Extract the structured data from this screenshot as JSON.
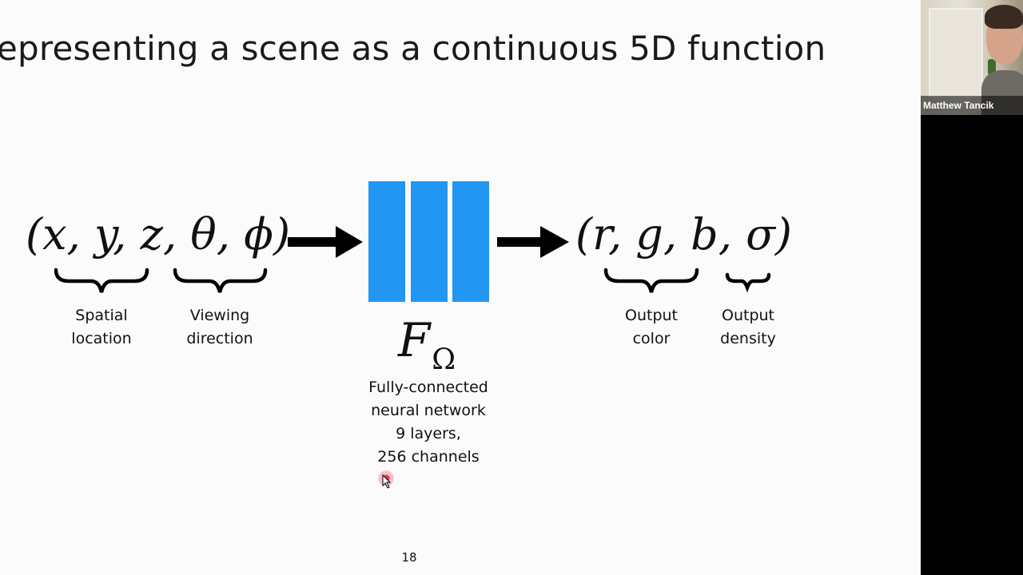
{
  "slide": {
    "title": "epresenting a scene as a continuous 5D function",
    "input_tuple": "(x, y, z, θ, ϕ)",
    "output_tuple": "(r, g, b, σ)",
    "network_symbol": "F",
    "network_subscript": "Ω",
    "labels": {
      "spatial_line1": "Spatial",
      "spatial_line2": "location",
      "viewing_line1": "Viewing",
      "viewing_line2": "direction",
      "color_line1": "Output",
      "color_line2": "color",
      "density_line1": "Output",
      "density_line2": "density"
    },
    "network_caption": [
      "Fully-connected",
      "neural network",
      "9 layers,",
      "256 channels"
    ],
    "page_number": "18",
    "colors": {
      "layer_blue": "#2196f3",
      "background": "#fbfbfb",
      "laser_pointer": "#e6283c"
    }
  },
  "video": {
    "participant_name": "Matthew Tancik"
  }
}
